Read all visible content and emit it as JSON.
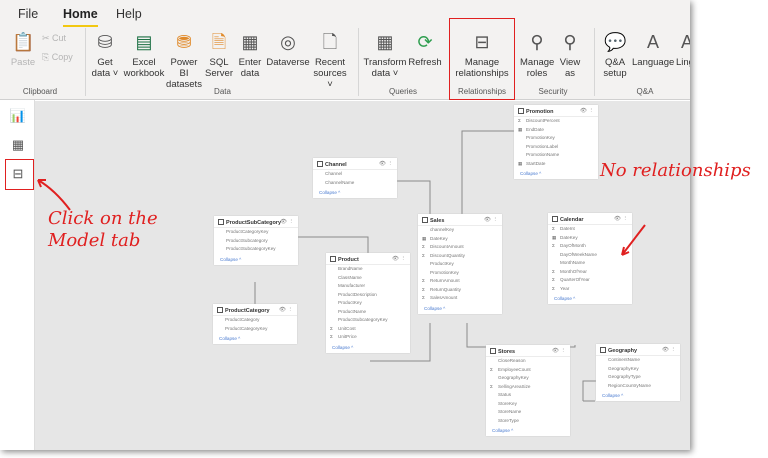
{
  "menu": {
    "tabs": [
      "File",
      "Home",
      "Help"
    ],
    "active": "Home"
  },
  "ribbon": {
    "clipboard": {
      "paste": "Paste",
      "cut": "Cut",
      "copy": "Copy",
      "group": "Clipboard"
    },
    "data": {
      "buttons": [
        "Get data",
        "Excel workbook",
        "Power BI datasets",
        "SQL Server",
        "Enter data",
        "Dataverse",
        "Recent sources"
      ],
      "group": "Data"
    },
    "queries": {
      "buttons": [
        "Transform data",
        "Refresh"
      ],
      "group": "Queries"
    },
    "relationships": {
      "button": "Manage relationships",
      "group": "Relationships"
    },
    "security": {
      "buttons": [
        "Manage roles",
        "View as"
      ],
      "group": "Security"
    },
    "qa": {
      "buttons": [
        "Q&A setup",
        "Language",
        "Linguistic schema"
      ],
      "group": "Q&A"
    }
  },
  "rail": [
    "report-view",
    "data-view",
    "model-view"
  ],
  "annotations": {
    "click": "Click on the Model tab",
    "norel": "No relationships",
    "color": "#e02020"
  },
  "tables": [
    {
      "name": "Channel",
      "fields": [
        [
          "",
          "Channel"
        ],
        [
          "",
          "ChannelName"
        ]
      ]
    },
    {
      "name": "ProductSubCategory",
      "fields": [
        [
          "",
          "ProductCategoryKey"
        ],
        [
          "",
          "ProductSubcategory"
        ],
        [
          "",
          "ProductSubcategoryKey"
        ]
      ]
    },
    {
      "name": "ProductCategory",
      "fields": [
        [
          "",
          "ProductCategory"
        ],
        [
          "",
          "ProductCategoryKey"
        ]
      ]
    },
    {
      "name": "Product",
      "fields": [
        [
          "",
          "BrandName"
        ],
        [
          "",
          "ClassName"
        ],
        [
          "",
          "Manufacturer"
        ],
        [
          "",
          "ProductDescription"
        ],
        [
          "",
          "ProductKey"
        ],
        [
          "",
          "ProductName"
        ],
        [
          "",
          "ProductSubcategoryKey"
        ],
        [
          "Σ",
          "UnitCost"
        ],
        [
          "Σ",
          "UnitPrice"
        ]
      ]
    },
    {
      "name": "Sales",
      "fields": [
        [
          "",
          "channelKey"
        ],
        [
          "▦",
          "DateKey"
        ],
        [
          "Σ",
          "DiscountAmount"
        ],
        [
          "Σ",
          "DiscountQuantity"
        ],
        [
          "",
          "ProductKey"
        ],
        [
          "",
          "PromotionKey"
        ],
        [
          "Σ",
          "ReturnAmount"
        ],
        [
          "Σ",
          "ReturnQuantity"
        ],
        [
          "Σ",
          "SalesAmount"
        ]
      ]
    },
    {
      "name": "Promotion",
      "fields": [
        [
          "Σ",
          "DiscountPercent"
        ],
        [
          "▦",
          "EndDate"
        ],
        [
          "",
          "PromotionKey"
        ],
        [
          "",
          "PromotionLabel"
        ],
        [
          "",
          "PromotionName"
        ],
        [
          "▦",
          "StartDate"
        ]
      ]
    },
    {
      "name": "Calendar",
      "fields": [
        [
          "Σ",
          "DateInt"
        ],
        [
          "▦",
          "DateKey"
        ],
        [
          "Σ",
          "DayOfMonth"
        ],
        [
          "",
          "DayOfWeekName"
        ],
        [
          "",
          "MonthName"
        ],
        [
          "Σ",
          "MonthOfYear"
        ],
        [
          "Σ",
          "QuarterOfYear"
        ],
        [
          "Σ",
          "Year"
        ]
      ]
    },
    {
      "name": "Stores",
      "fields": [
        [
          "",
          "CloseReason"
        ],
        [
          "Σ",
          "EmployeeCount"
        ],
        [
          "",
          "GeographyKey"
        ],
        [
          "Σ",
          "SellingAreaSize"
        ],
        [
          "",
          "Status"
        ],
        [
          "",
          "StoreKey"
        ],
        [
          "",
          "StoreName"
        ],
        [
          "",
          "StoreType"
        ]
      ]
    },
    {
      "name": "Geography",
      "fields": [
        [
          "",
          "ContinentName"
        ],
        [
          "",
          "GeographyKey"
        ],
        [
          "",
          "GeographyType"
        ],
        [
          "",
          "RegionCountryName"
        ]
      ]
    }
  ],
  "collapse_label": "Collapse ^",
  "cardinality": {
    "one": "1",
    "many": "*"
  }
}
